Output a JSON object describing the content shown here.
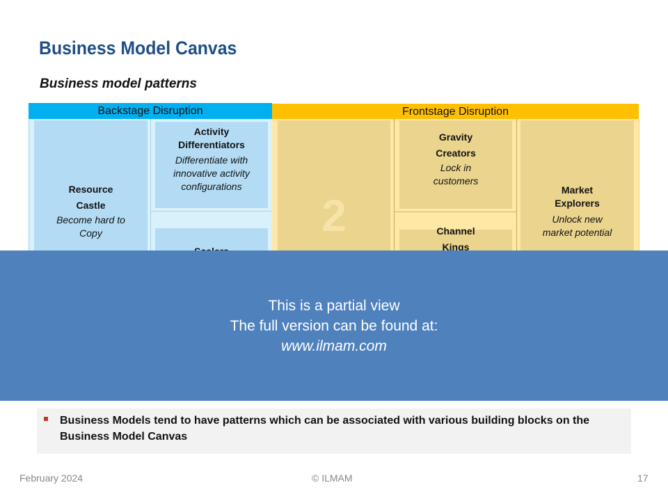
{
  "slide": {
    "title": "Business Model Canvas",
    "subtitle": "Business model patterns"
  },
  "headers": {
    "backstage": "Backstage Disruption",
    "frontstage": "Frontstage Disruption"
  },
  "cells": {
    "resource": {
      "name_line1": "Resource",
      "name_line2": "Castle",
      "desc_line1": "Become hard to",
      "desc_line2": "Copy"
    },
    "activity": {
      "name_line1": "Activity",
      "name_line2": "Differentiators",
      "desc_line1": "Differentiate with",
      "desc_line2": "innovative activity",
      "desc_line3": "configurations"
    },
    "scalers": {
      "name": "Scalers"
    },
    "center_number": "2",
    "gravity": {
      "name_line1": "Gravity",
      "name_line2": "Creators",
      "desc_line1": "Lock in",
      "desc_line2": "customers"
    },
    "channel": {
      "name_line1": "Channel",
      "name_line2": "Kings"
    },
    "market": {
      "name_line1": "Market",
      "name_line2": "Explorers",
      "desc_line1": "Unlock new",
      "desc_line2": "market potential"
    }
  },
  "overlay": {
    "line1": "This is a partial view",
    "line2": "The full version can be found at:",
    "line3": "www.ilmam.com"
  },
  "note": {
    "text": "Business Models tend to have patterns which can be associated with various building blocks on the Business Model Canvas"
  },
  "footer": {
    "date": "February 2024",
    "copyright": "© ILMAM",
    "page": "17"
  },
  "colors": {
    "title": "#1f4e86",
    "backstage_header": "#00b0f0",
    "frontstage_header": "#ffc000",
    "overlay": "#4f81bd",
    "bullet": "#c0392b"
  }
}
